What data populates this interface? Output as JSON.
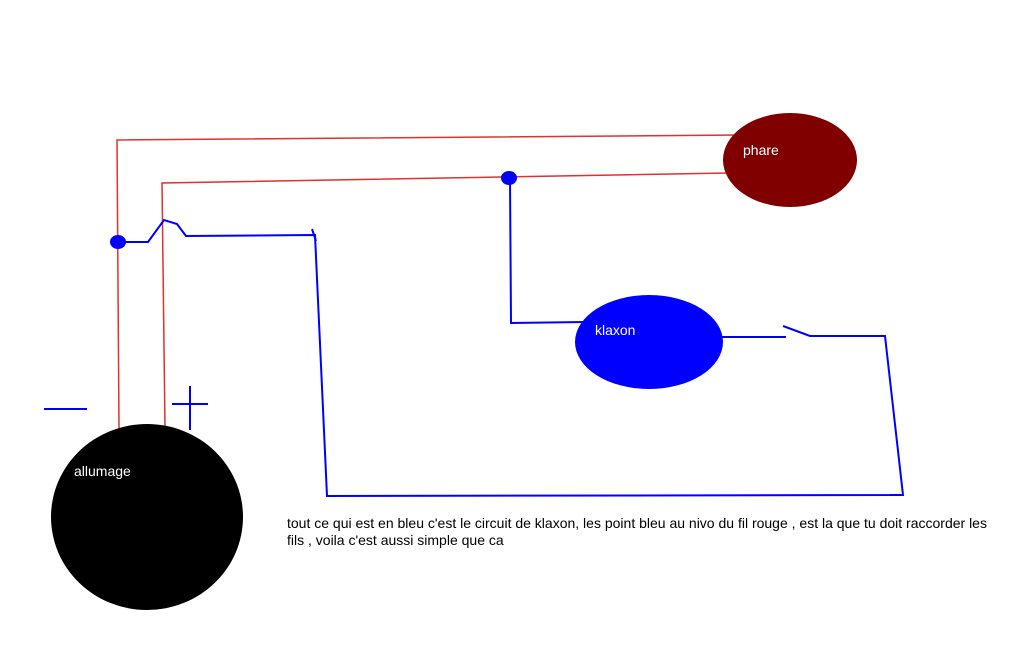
{
  "diagram": {
    "nodes": {
      "allumage": {
        "label": "allumage",
        "color": "#000000"
      },
      "phare": {
        "label": "phare",
        "color": "#800000"
      },
      "klaxon": {
        "label": "klaxon",
        "color": "#0000ff"
      }
    },
    "polarity": {
      "negative": "—",
      "positive": "+"
    },
    "wire_colors": {
      "red": "#e03030",
      "blue": "#0000ff"
    },
    "note": "tout ce qui est en bleu c'est le circuit de klaxon, les point bleu au nivo du fil rouge , est la que tu doit raccorder les fils , voila c'est aussi simple que ca"
  }
}
